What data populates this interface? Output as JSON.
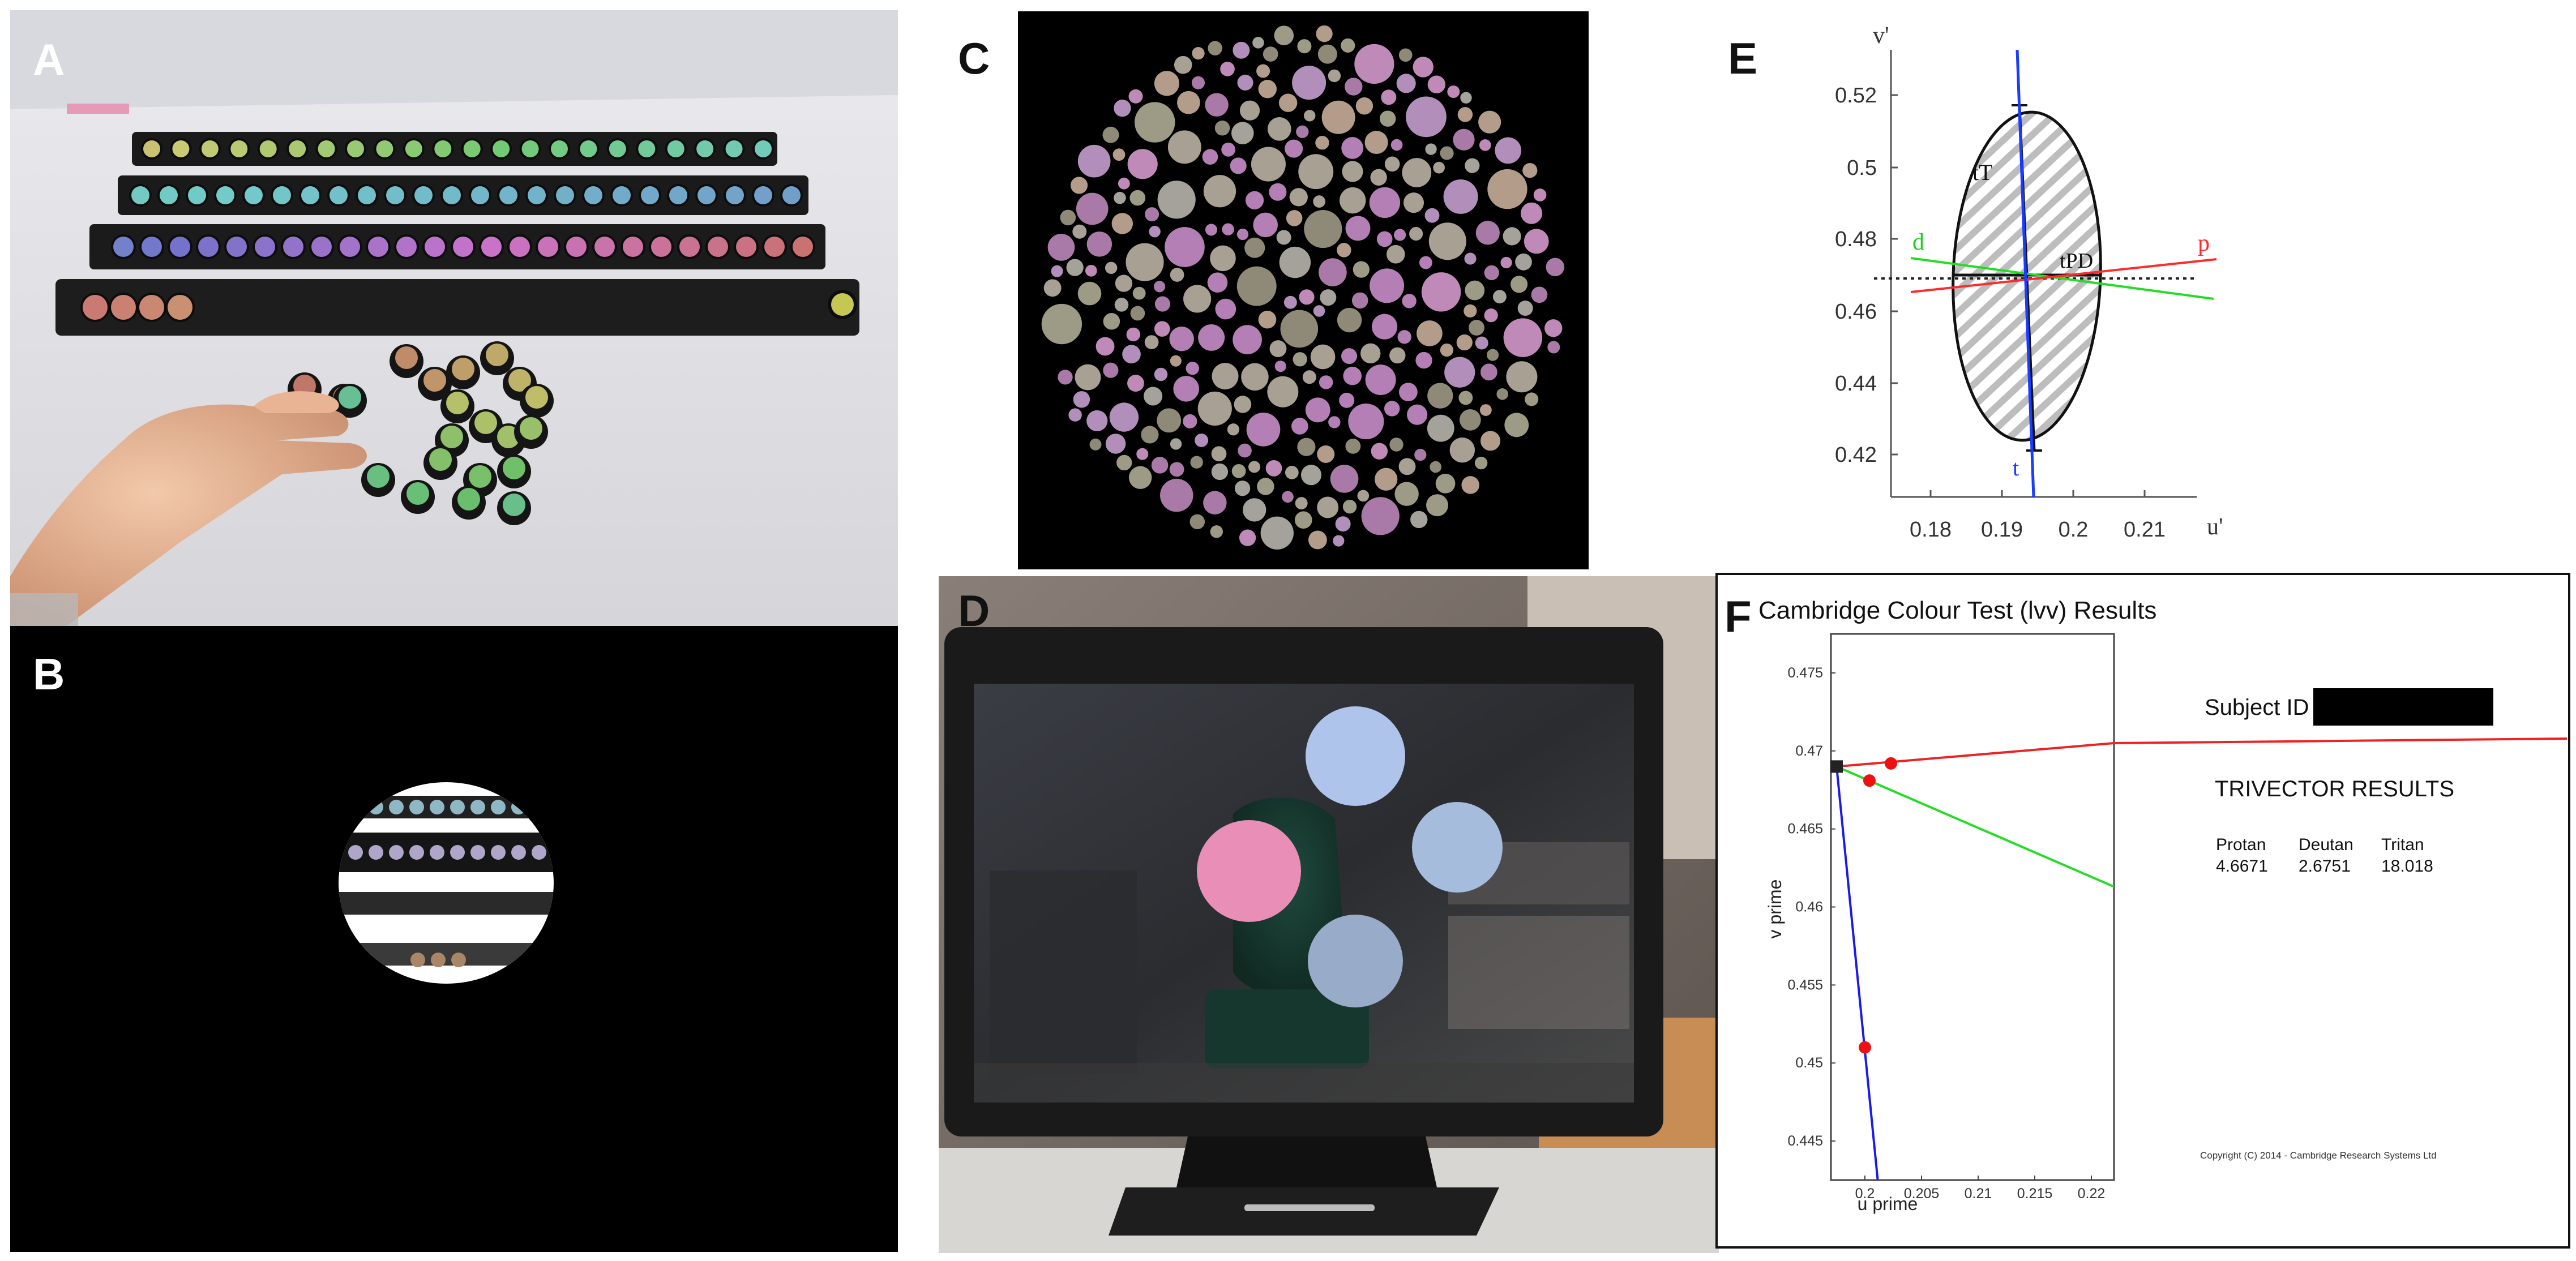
{
  "panels": {
    "a": {
      "label": "A"
    },
    "b": {
      "label": "B"
    },
    "c": {
      "label": "C"
    },
    "d": {
      "label": "D"
    },
    "e": {
      "label": "E"
    },
    "f": {
      "label": "F"
    }
  },
  "panel_e": {
    "y_axis_label": "v'",
    "x_axis_label": "u'",
    "y_ticks": [
      "0.52",
      "0.5",
      "0.48",
      "0.46",
      "0.44",
      "0.42"
    ],
    "x_ticks": [
      "0.18",
      "0.19",
      "0.2",
      "0.21"
    ],
    "label_d": "d",
    "label_p": "p",
    "label_t": "t",
    "label_tT": "tT",
    "label_tPD": "tPD",
    "colors": {
      "protan": "#ff2a2a",
      "deutan": "#22dd22",
      "tritan": "#1a3cff"
    }
  },
  "panel_f": {
    "title": "Cambridge Colour Test (lvv) Results",
    "subject_label": "Subject ID",
    "results_heading": "TRIVECTOR RESULTS",
    "columns": [
      "Protan",
      "Deutan",
      "Tritan"
    ],
    "values": [
      "4.6671",
      "2.6751",
      "18.018"
    ],
    "copyright": "Copyright (C) 2014 - Cambridge Research Systems Ltd",
    "y_axis_label": "v prime",
    "x_axis_label": "u prime",
    "y_ticks": [
      "0.475",
      "0.47",
      "0.465",
      "0.46",
      "0.455",
      "0.45",
      "0.445"
    ],
    "x_ticks": [
      "0.2",
      "0.205",
      "0.21",
      "0.215",
      "0.22"
    ],
    "colors": {
      "protan": "#ee2222",
      "deutan": "#22dd22",
      "tritan": "#1a1aee",
      "point": "#ee1111"
    }
  },
  "chart_data": {
    "type": "line",
    "x_label": "u prime",
    "y_label": "v prime",
    "xlim": [
      0.197,
      0.222
    ],
    "ylim": [
      0.4425,
      0.4775
    ],
    "origin": {
      "x": 0.1975,
      "y": 0.469
    },
    "series": [
      {
        "name": "Protan",
        "x": [
          0.1975,
          0.222
        ],
        "y": [
          0.469,
          0.4705
        ],
        "point": {
          "x": 0.2023,
          "y": 0.4692
        }
      },
      {
        "name": "Deutan",
        "x": [
          0.1975,
          0.222
        ],
        "y": [
          0.469,
          0.4613
        ],
        "point": {
          "x": 0.2004,
          "y": 0.4681
        }
      },
      {
        "name": "Tritan",
        "x": [
          0.1975,
          0.2012
        ],
        "y": [
          0.469,
          0.442
        ],
        "point": {
          "x": 0.2,
          "y": 0.451
        }
      }
    ]
  }
}
